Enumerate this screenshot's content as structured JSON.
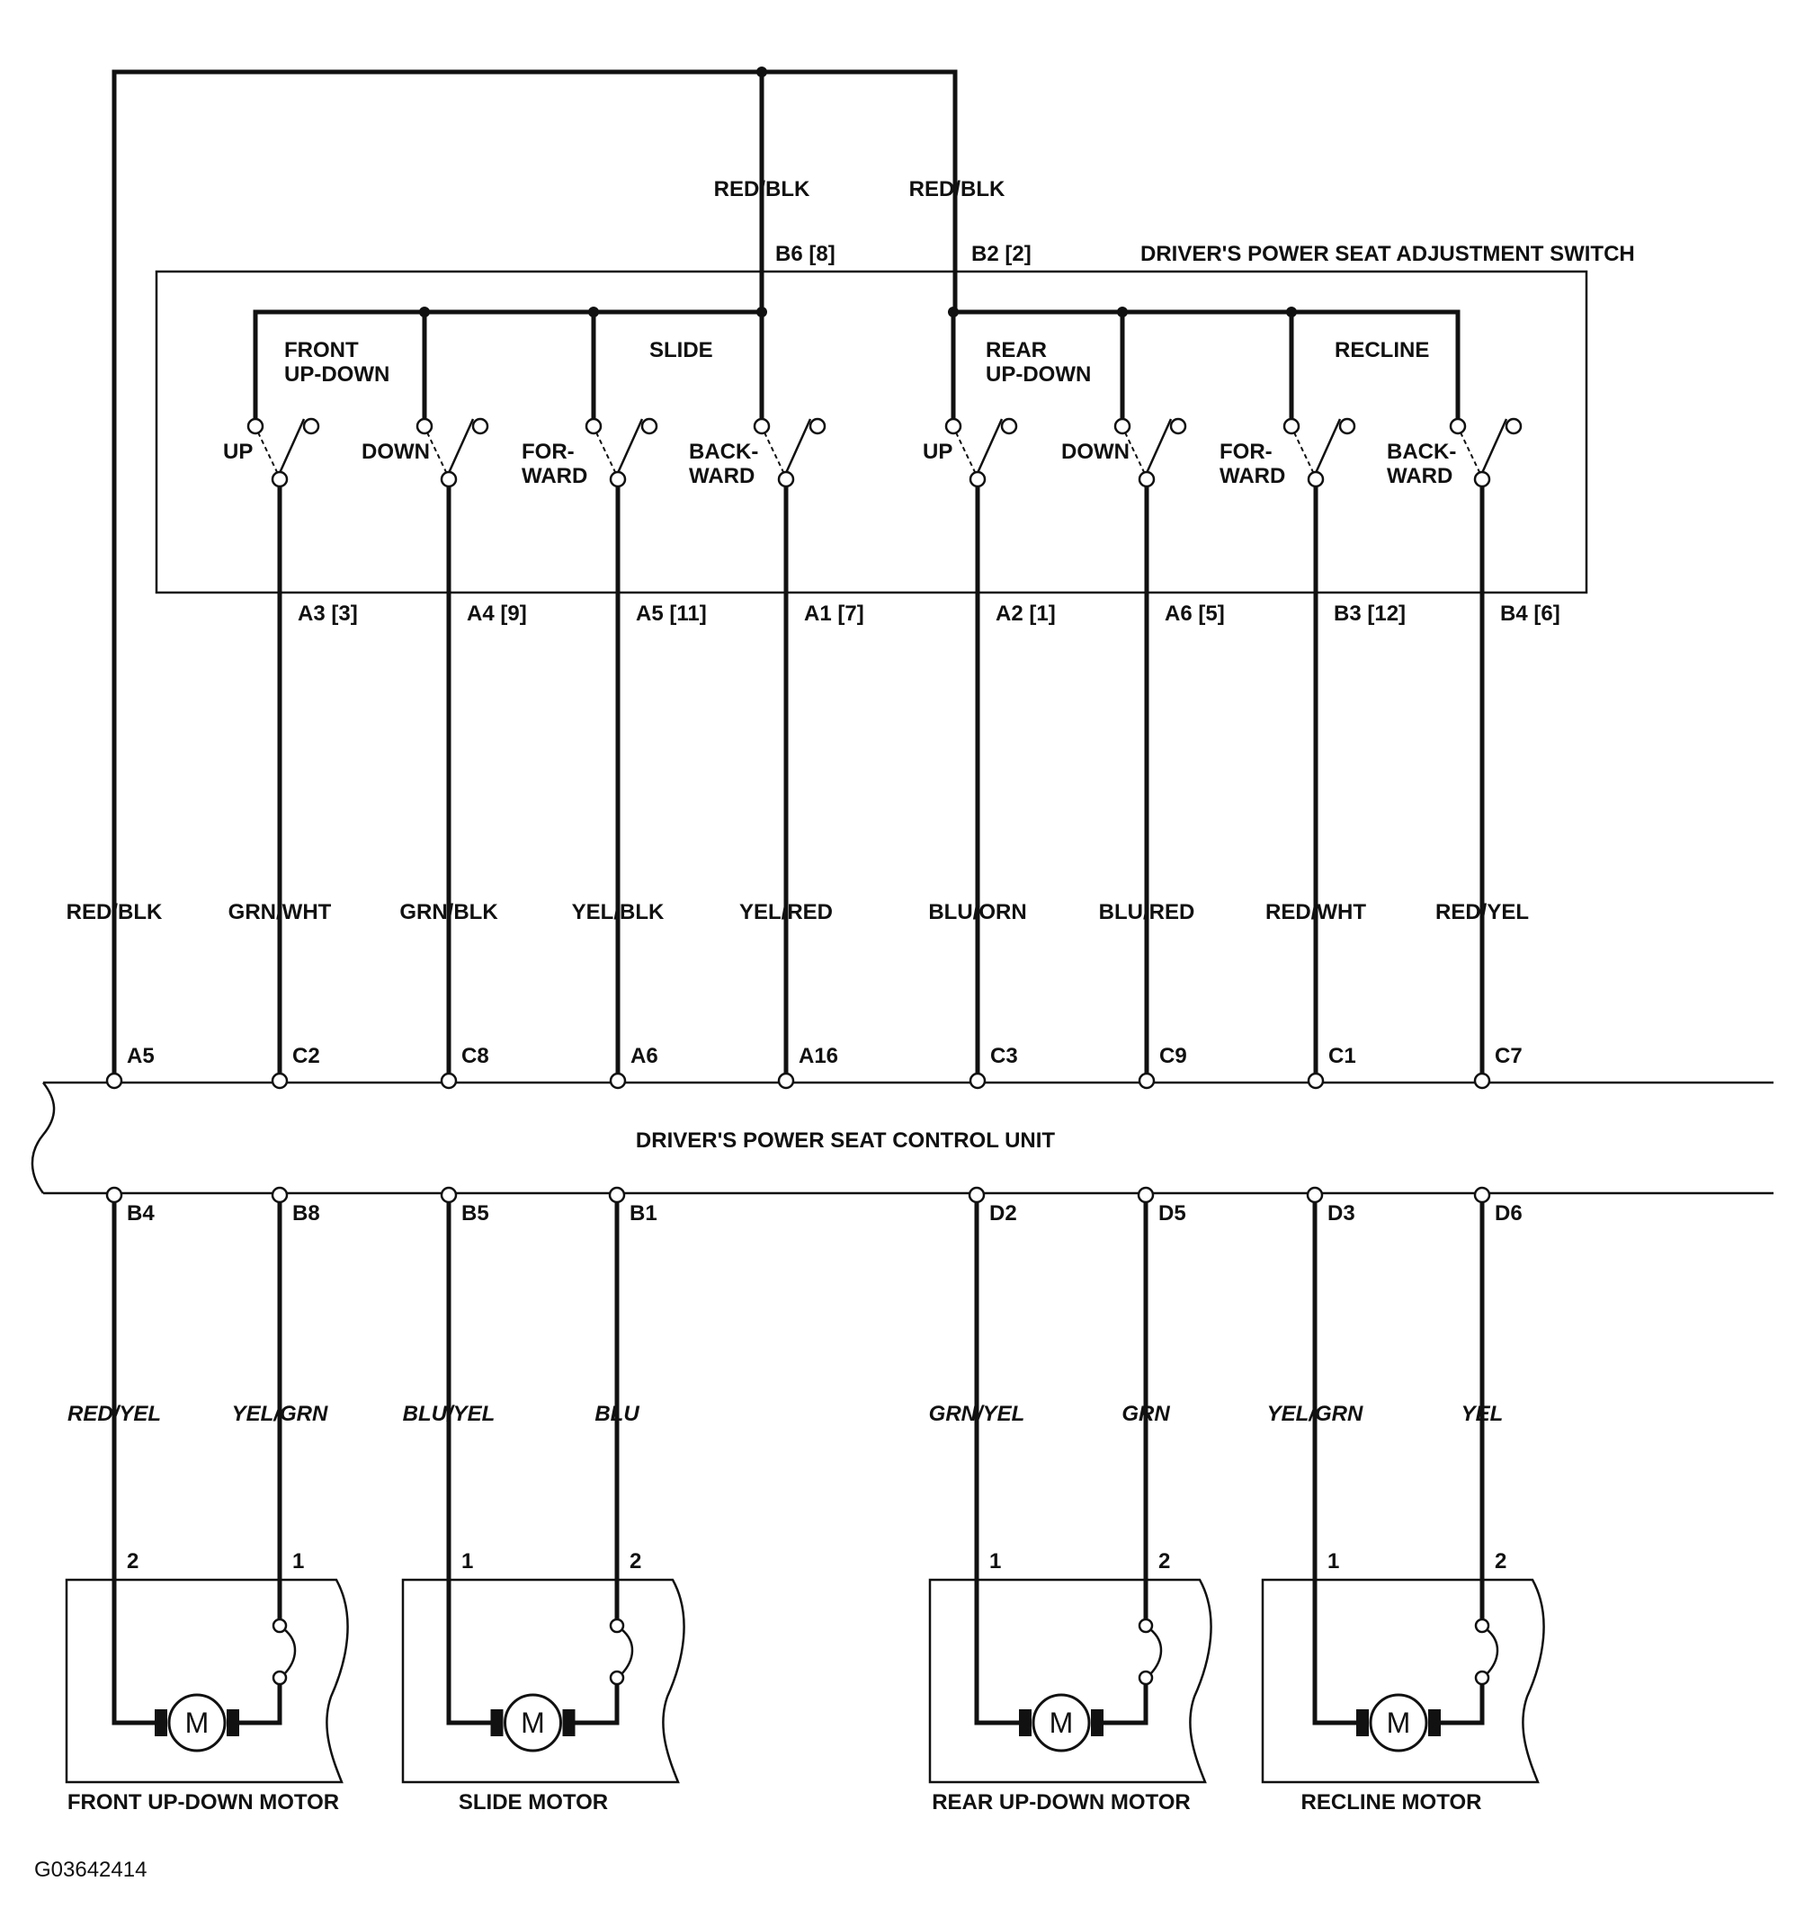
{
  "switch_unit": {
    "title": "DRIVER'S POWER SEAT ADJUSTMENT SWITCH",
    "feeds": [
      {
        "wire": "RED/BLK",
        "pin": "B6  [8]"
      },
      {
        "wire": "RED/BLK",
        "pin": "B2  [2]"
      }
    ],
    "groups": [
      {
        "label": "FRONT\nUP-DOWN"
      },
      {
        "label": "SLIDE"
      },
      {
        "label": "REAR\nUP-DOWN"
      },
      {
        "label": "RECLINE"
      }
    ],
    "contacts": [
      {
        "label": "UP",
        "pin": "A3  [3]"
      },
      {
        "label": "DOWN",
        "pin": "A4  [9]"
      },
      {
        "label": "FOR-\nWARD",
        "pin": "A5  [11]"
      },
      {
        "label": "BACK-\nWARD",
        "pin": "A1  [7]"
      },
      {
        "label": "UP",
        "pin": "A2  [1]"
      },
      {
        "label": "DOWN",
        "pin": "A6  [5]"
      },
      {
        "label": "FOR-\nWARD",
        "pin": "B3  [12]"
      },
      {
        "label": "BACK-\nWARD",
        "pin": "B4  [6]"
      }
    ]
  },
  "control_unit": {
    "title": "DRIVER'S POWER SEAT CONTROL UNIT",
    "inputs": [
      {
        "wire": "RED/BLK",
        "pin": "A5"
      },
      {
        "wire": "GRN/WHT",
        "pin": "C2"
      },
      {
        "wire": "GRN/BLK",
        "pin": "C8"
      },
      {
        "wire": "YEL/BLK",
        "pin": "A6"
      },
      {
        "wire": "YEL/RED",
        "pin": "A16"
      },
      {
        "wire": "BLU/ORN",
        "pin": "C3"
      },
      {
        "wire": "BLU/RED",
        "pin": "C9"
      },
      {
        "wire": "RED/WHT",
        "pin": "C1"
      },
      {
        "wire": "RED/YEL",
        "pin": "C7"
      }
    ],
    "outputs": [
      {
        "wire": "RED/YEL",
        "pin": "B4",
        "motor_pin": "2"
      },
      {
        "wire": "YEL/GRN",
        "pin": "B8",
        "motor_pin": "1"
      },
      {
        "wire": "BLU/YEL",
        "pin": "B5",
        "motor_pin": "1"
      },
      {
        "wire": "BLU",
        "pin": "B1",
        "motor_pin": "2"
      },
      {
        "wire": "GRN/YEL",
        "pin": "D2",
        "motor_pin": "1"
      },
      {
        "wire": "GRN",
        "pin": "D5",
        "motor_pin": "2"
      },
      {
        "wire": "YEL/GRN",
        "pin": "D3",
        "motor_pin": "1"
      },
      {
        "wire": "YEL",
        "pin": "D6",
        "motor_pin": "2"
      }
    ]
  },
  "motors": [
    {
      "name": "FRONT UP-DOWN MOTOR",
      "symbol": "M"
    },
    {
      "name": "SLIDE MOTOR",
      "symbol": "M"
    },
    {
      "name": "REAR UP-DOWN MOTOR",
      "symbol": "M"
    },
    {
      "name": "RECLINE MOTOR",
      "symbol": "M"
    }
  ],
  "figure_id": "G03642414"
}
